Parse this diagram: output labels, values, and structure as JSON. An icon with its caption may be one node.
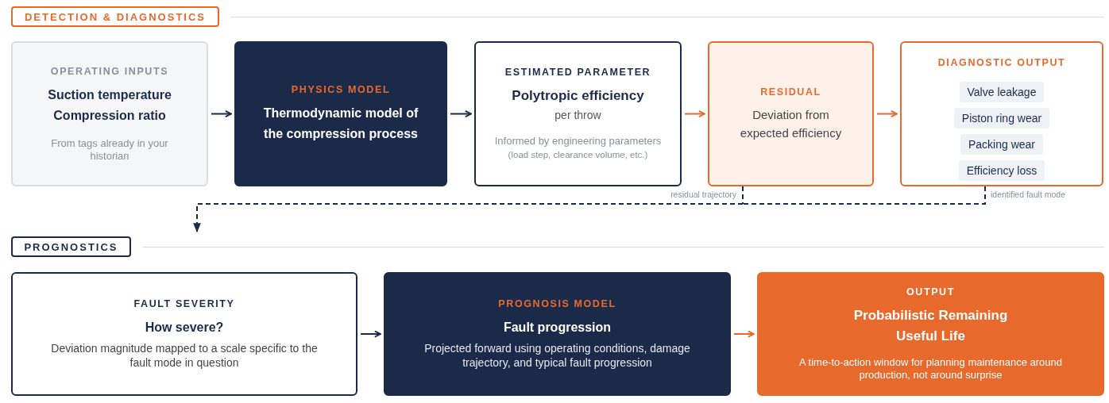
{
  "diagram": {
    "nodes": [
      {
        "text": [
          "DETECTION & DIAGNOSTICS"
        ]
      },
      {
        "text": [
          "OPERATING INPUTS",
          "Suction temperature",
          "Compression ratio",
          "From tags already in your historian"
        ]
      },
      {
        "text": [
          "PHYSICS MODEL",
          "Thermodynamic model of the compression process"
        ]
      },
      {
        "text": [
          "ESTIMATED PARAMETER",
          "Polytropic efficiency",
          "per throw",
          "Informed by engineering parameters",
          "(load step, clearance volume, etc.)"
        ]
      },
      {
        "text": [
          "RESIDUAL",
          "Deviation from expected efficiency"
        ]
      },
      {
        "text": [
          "DIAGNOSTIC OUTPUT"
        ]
      },
      {
        "text": [
          "Valve leakage"
        ],
        "in": 5
      },
      {
        "text": [
          "Piston ring wear"
        ],
        "in": 5
      },
      {
        "text": [
          "Packing wear"
        ],
        "in": 5
      },
      {
        "text": [
          "Efficiency loss"
        ],
        "in": 5
      },
      {
        "text": [
          "PROGNOSTICS"
        ]
      },
      {
        "text": [
          "FAULT SEVERITY",
          "How severe?",
          "Deviation magnitude mapped to a scale specific to the fault mode in question"
        ]
      },
      {
        "text": [
          "PROGNOSIS MODEL",
          "Fault progression",
          "Projected forward using operating conditions, damage trajectory, and typical fault progression"
        ]
      },
      {
        "text": [
          "OUTPUT",
          "Probabilistic Remaining Useful Life",
          "A time-to-action window for planning maintenance around production, not around surprise"
        ]
      }
    ],
    "edges": [
      {
        "from": 1,
        "to": 2,
        "arrow": "to"
      },
      {
        "from": 2,
        "to": 3,
        "arrow": "to"
      },
      {
        "from": 3,
        "to": 4,
        "arrow": "to",
        "color": "#e8692c"
      },
      {
        "from": 4,
        "to": 5,
        "arrow": "to",
        "color": "#e8692c"
      },
      {
        "from": 4,
        "to": null,
        "arrow": "to",
        "label": "residual trajectory",
        "style": "dashed"
      },
      {
        "from": 5,
        "to": null,
        "arrow": "to",
        "label": "identified fault mode",
        "style": "dashed"
      },
      {
        "from": 11,
        "to": 12,
        "arrow": "to"
      },
      {
        "from": 12,
        "to": 13,
        "arrow": "to",
        "color": "#e8692c"
      }
    ]
  }
}
